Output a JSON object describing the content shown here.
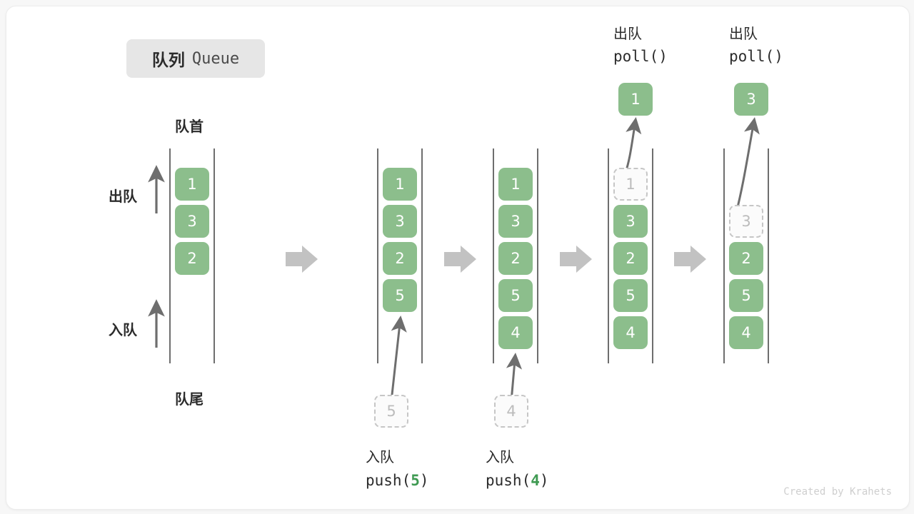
{
  "title": {
    "cn": "队列",
    "en": "Queue"
  },
  "labels": {
    "front": "队首",
    "rear": "队尾",
    "dequeue": "出队",
    "enqueue": "入队"
  },
  "credit": "Created by Krahets",
  "colors": {
    "cell_fill": "#8cbe8c",
    "cell_text": "#ffffff",
    "ghost_border": "#c6c6c6",
    "ghost_text": "#bcbcbc",
    "rail": "#4a4a4a",
    "arrow": "#6e6e6e",
    "step_arrow": "#c2c2c2",
    "accent_number": "#3f9a52",
    "badge_bg": "#e6e6e6"
  },
  "stages": [
    {
      "id": "stage-initial",
      "cells": [
        {
          "value": "1",
          "state": "filled"
        },
        {
          "value": "3",
          "state": "filled"
        },
        {
          "value": "2",
          "state": "filled"
        }
      ],
      "side_labels": [
        "出队",
        "入队"
      ],
      "top_label": "队首",
      "bottom_label": "队尾"
    },
    {
      "id": "stage-push-5",
      "cells": [
        {
          "value": "1",
          "state": "filled"
        },
        {
          "value": "3",
          "state": "filled"
        },
        {
          "value": "2",
          "state": "filled"
        },
        {
          "value": "5",
          "state": "filled"
        }
      ],
      "incoming": {
        "value": "5",
        "state": "ghost"
      },
      "operation": {
        "cn": "入队",
        "code_prefix": "push(",
        "code_value": "5",
        "code_suffix": ")"
      }
    },
    {
      "id": "stage-push-4",
      "cells": [
        {
          "value": "1",
          "state": "filled"
        },
        {
          "value": "3",
          "state": "filled"
        },
        {
          "value": "2",
          "state": "filled"
        },
        {
          "value": "5",
          "state": "filled"
        },
        {
          "value": "4",
          "state": "filled"
        }
      ],
      "incoming": {
        "value": "4",
        "state": "ghost"
      },
      "operation": {
        "cn": "入队",
        "code_prefix": "push(",
        "code_value": "4",
        "code_suffix": ")"
      }
    },
    {
      "id": "stage-poll-1",
      "cells": [
        {
          "value": "1",
          "state": "ghost"
        },
        {
          "value": "3",
          "state": "filled"
        },
        {
          "value": "2",
          "state": "filled"
        },
        {
          "value": "5",
          "state": "filled"
        },
        {
          "value": "4",
          "state": "filled"
        }
      ],
      "outgoing": {
        "value": "1",
        "state": "pop"
      },
      "operation": {
        "cn": "出队",
        "code": "poll()"
      }
    },
    {
      "id": "stage-poll-3",
      "cells": [
        {
          "value": "3",
          "state": "ghost"
        },
        {
          "value": "2",
          "state": "filled"
        },
        {
          "value": "5",
          "state": "filled"
        },
        {
          "value": "4",
          "state": "filled"
        }
      ],
      "outgoing": {
        "value": "3",
        "state": "pop"
      },
      "operation": {
        "cn": "出队",
        "code": "poll()"
      }
    }
  ]
}
